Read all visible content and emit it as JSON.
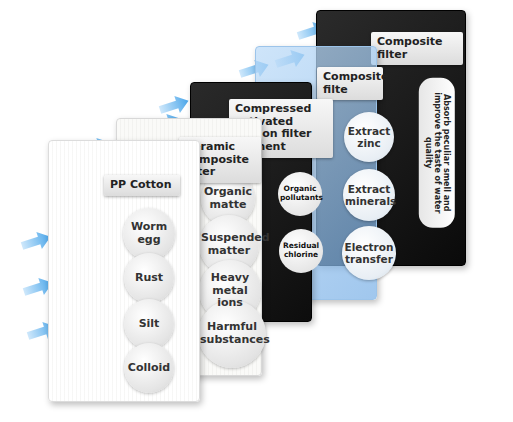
{
  "diagram": {
    "nodes": [
      {
        "text": [
          "PP Cotton"
        ]
      },
      {
        "text": [
          "Worm egg"
        ],
        "in": 0
      },
      {
        "text": [
          "Rust"
        ],
        "in": 0
      },
      {
        "text": [
          "Silt"
        ],
        "in": 0
      },
      {
        "text": [
          "Colloid"
        ],
        "in": 0
      },
      {
        "text": [
          "Ceramic composite filter"
        ]
      },
      {
        "text": [
          "Organic matte"
        ],
        "in": 5
      },
      {
        "text": [
          "Suspended matter"
        ],
        "in": 5
      },
      {
        "text": [
          "Heavy metal ions"
        ],
        "in": 5
      },
      {
        "text": [
          "Harmful substances"
        ],
        "in": 5
      },
      {
        "text": [
          "Compressed activated carbon filter element"
        ]
      },
      {
        "text": [
          "Organic pollutants"
        ],
        "in": 10
      },
      {
        "text": [
          "Residual chlorine"
        ],
        "in": 10
      },
      {
        "text": [
          "Composite filte"
        ]
      },
      {
        "text": [
          "Extract zinc"
        ],
        "in": 13
      },
      {
        "text": [
          "Extract minerals"
        ],
        "in": 13
      },
      {
        "text": [
          "Electron transfer"
        ],
        "in": 13
      },
      {
        "text": [
          "Composite filter"
        ]
      },
      {
        "text": [
          "Absorb peculiar smell and improve the taste of water quality"
        ],
        "in": 17
      }
    ]
  }
}
